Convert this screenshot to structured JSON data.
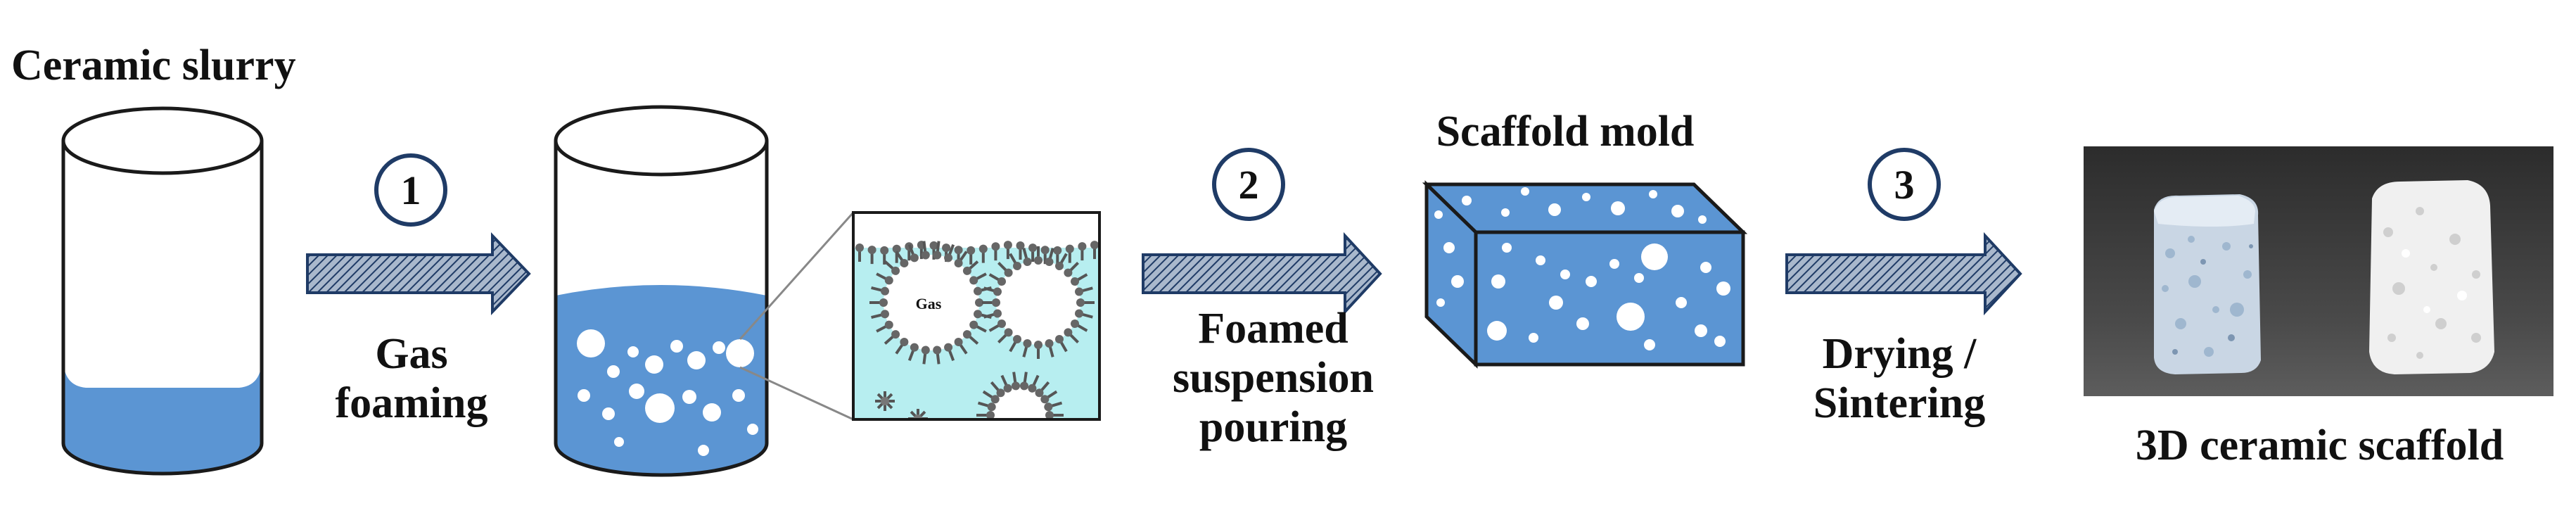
{
  "labels": {
    "ceramic_slurry": "Ceramic slurry",
    "step1": "1",
    "step2": "2",
    "step3": "3",
    "gas_foaming_line1": "Gas",
    "gas_foaming_line2": "foaming",
    "gas_bubble": "Gas",
    "foamed_line1": "Foamed",
    "foamed_line2": "suspension",
    "foamed_line3": "pouring",
    "scaffold_mold": "Scaffold mold",
    "drying_line1": "Drying /",
    "drying_line2": "Sintering",
    "ceramic_scaffold": "3D ceramic scaffold"
  },
  "colors": {
    "slurry_blue": "#5b95d3",
    "foam_background": "#b7eef0",
    "arrow_fill": "#9dadc4",
    "arrow_stripe": "#1f3b66",
    "step_circle_border": "#1f3b66",
    "photo_background": "#3c3c3c"
  },
  "icons": [
    "beaker-icon",
    "foam-beaker-icon",
    "surfactant-bubble-icon",
    "process-arrow-icon",
    "scaffold-mold-icon",
    "scaffold-photo"
  ]
}
